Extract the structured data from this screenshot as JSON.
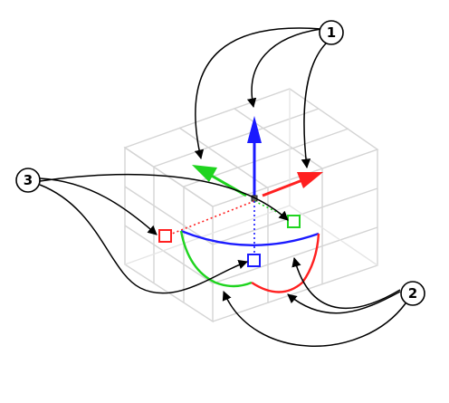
{
  "callouts": [
    {
      "id": "1",
      "label": "1"
    },
    {
      "id": "2",
      "label": "2"
    },
    {
      "id": "3",
      "label": "3"
    }
  ],
  "colors": {
    "x_axis": "#ff2020",
    "y_axis": "#1fd41f",
    "z_axis": "#1a1aff",
    "grid": "#d4d4d4",
    "annotation": "#000000"
  }
}
